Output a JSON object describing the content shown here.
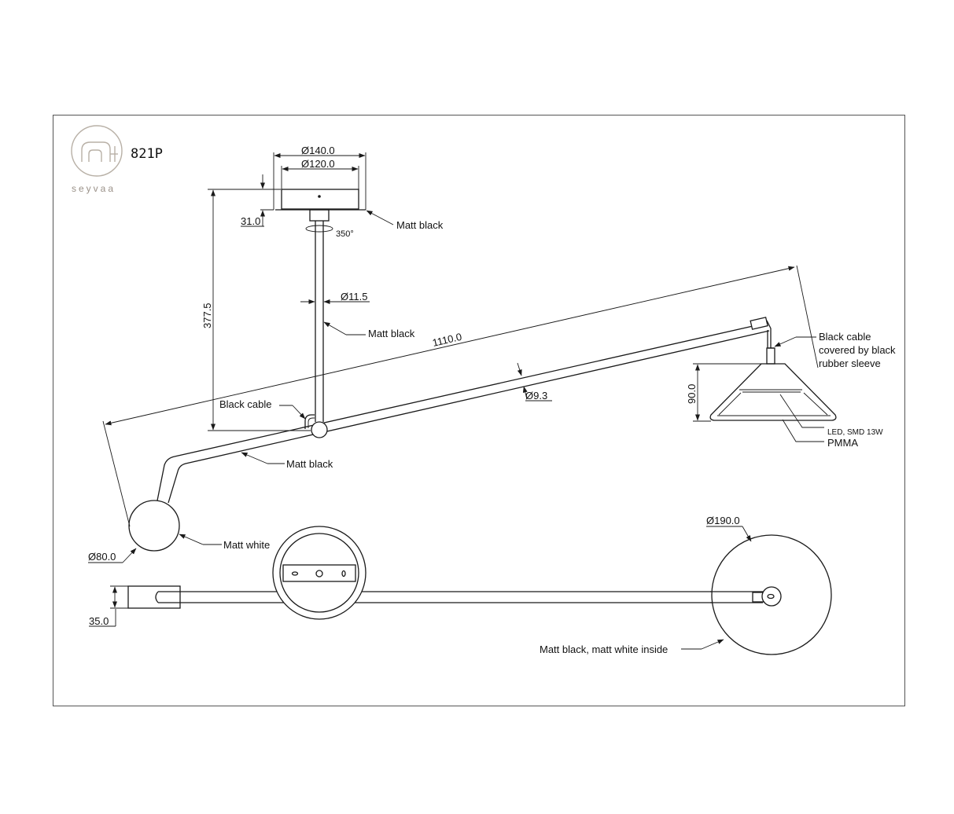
{
  "header": {
    "model": "821P",
    "brand": "seyvaa"
  },
  "dimensions": {
    "canopy_outer": "Ø140.0",
    "canopy_inner": "Ø120.0",
    "canopy_height": "31.0",
    "rotation": "350°",
    "rod_diameter": "Ø11.5",
    "drop_height": "377.5",
    "arm_length": "1110.0",
    "arm_diameter": "Ø9.3",
    "shade_height": "90.0",
    "counterweight": "Ø80.0",
    "shade_diameter": "Ø190.0",
    "bar_height": "35.0"
  },
  "labels": {
    "canopy_finish": "Matt black",
    "rod_finish": "Matt black",
    "cable": "Black cable",
    "arm_finish": "Matt black",
    "counterweight_finish": "Matt white",
    "sleeve_line1": "Black cable",
    "sleeve_line2": "covered by black",
    "sleeve_line3": "rubber sleeve",
    "led": "LED, SMD 13W",
    "pmma": "PMMA",
    "shade_finish": "Matt black, matt white inside"
  }
}
